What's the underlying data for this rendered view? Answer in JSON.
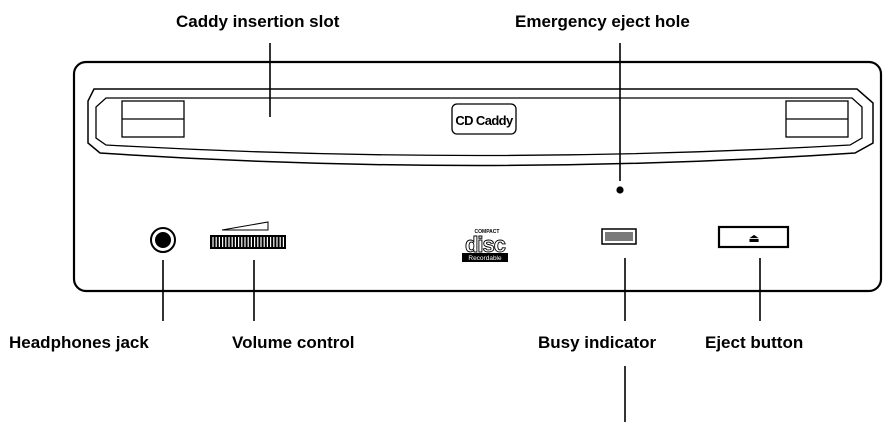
{
  "labels": {
    "caddy_slot": "Caddy insertion slot",
    "emergency_eject": "Emergency eject hole",
    "headphones": "Headphones jack",
    "volume": "Volume control",
    "busy": "Busy indicator",
    "eject": "Eject button"
  },
  "caddy_badge": "CD Caddy",
  "disc_logo": {
    "compact": "COMPACT",
    "disc": "disc",
    "recordable": "Recordable"
  },
  "eject_symbol": "⏏"
}
